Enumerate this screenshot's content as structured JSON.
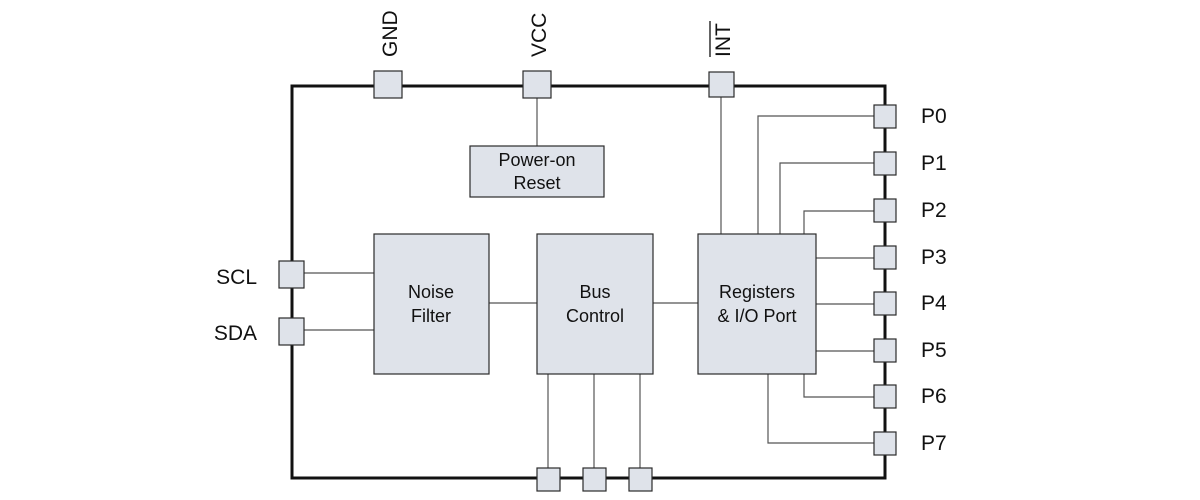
{
  "pins": {
    "top": [
      "GND",
      "VCC",
      "INT"
    ],
    "left": [
      "SCL",
      "SDA"
    ],
    "right": [
      "P0",
      "P1",
      "P2",
      "P3",
      "P4",
      "P5",
      "P6",
      "P7"
    ]
  },
  "blocks": {
    "power_on_reset": [
      "Power-on",
      "Reset"
    ],
    "noise_filter": [
      "Noise",
      "Filter"
    ],
    "bus_control": [
      "Bus",
      "Control"
    ],
    "registers": [
      "Registers",
      "& I/O Port"
    ]
  },
  "colors": {
    "block_fill": "#dfe3ea",
    "outline": "#111111",
    "wire": "#555555"
  }
}
